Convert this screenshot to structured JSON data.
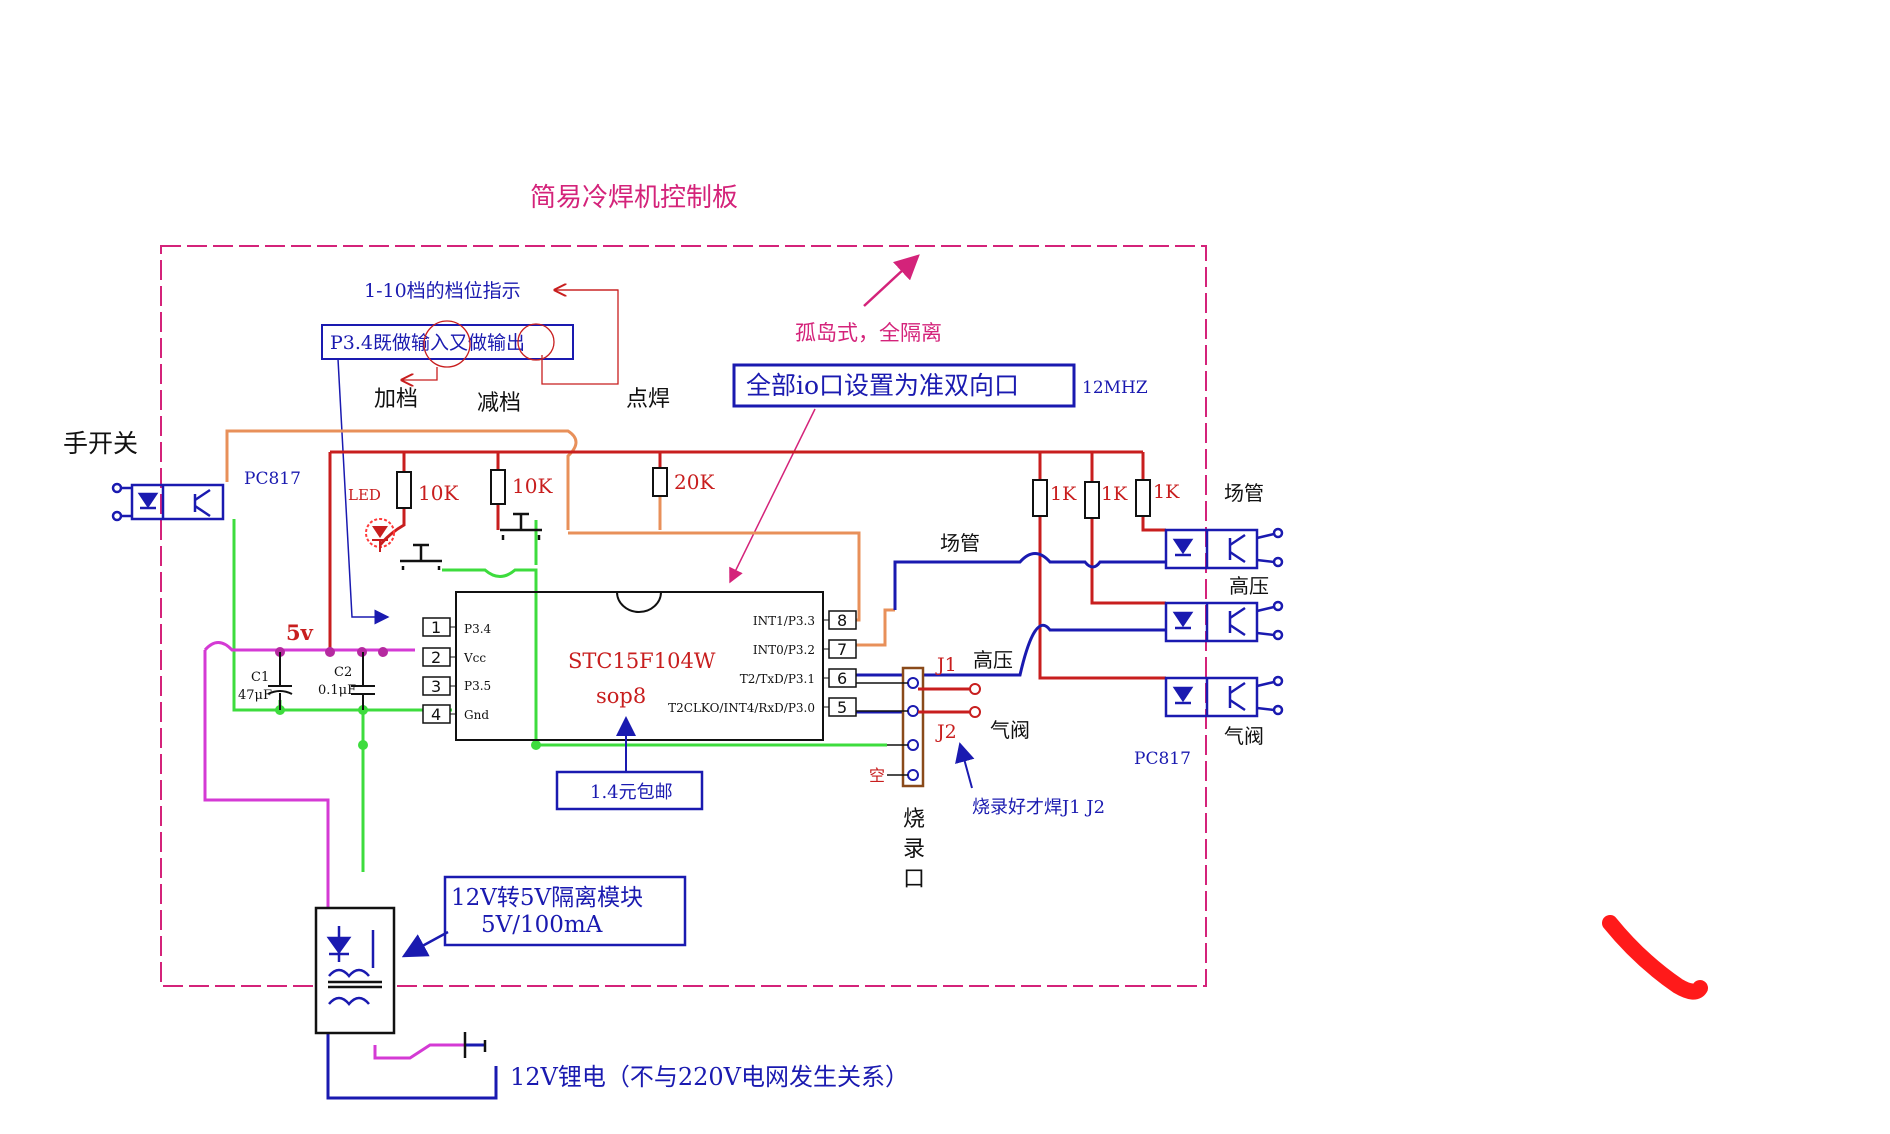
{
  "title": "简易冷焊机控制板",
  "colors": {
    "border": "#d4237a",
    "title": "#d4237a",
    "red_wire": "#c81e1e",
    "orange_wire": "#e8905a",
    "green_wire": "#3ddc3d",
    "blue_wire": "#1a1ab0",
    "magenta_wire": "#d43ad4",
    "component": "#1a1a1a",
    "red_stroke": "#ff1a1a"
  },
  "labels": {
    "gear_indicator": "1-10档的档位指示",
    "p34_note": "P3.4既做输入又做输出",
    "gear_up": "加档",
    "gear_down": "减档",
    "spot_weld": "点焊",
    "island": "孤岛式，全隔离",
    "io_note": "全部io口设置为准双向口",
    "freq": "12MHZ",
    "hand_switch": "手开关",
    "pc817_left": "PC817",
    "pc817_right": "PC817",
    "led": "LED",
    "r_10k_1": "10K",
    "r_10k_2": "10K",
    "r_20k": "20K",
    "r_1k_1": "1K",
    "r_1k_2": "1K",
    "r_1k_3": "1K",
    "out_field_tube": "场管",
    "out_high_voltage": "高压",
    "out_gas_valve": "气阀",
    "wire_field_tube": "场管",
    "wire_high_voltage": "高压",
    "wire_gas_valve": "气阀",
    "rail_5v": "5v",
    "c1_name": "C1",
    "c1_value": "47μF",
    "c2_name": "C2",
    "c2_value": "0.1μF",
    "chip_name": "STC15F104W",
    "chip_package": "sop8",
    "price_note": "1.4元包邮",
    "j1": "J1",
    "j2": "J2",
    "empty_pin": "空",
    "program_port": "烧录口",
    "burn_note": "烧录好才焊J1 J2",
    "module_line1": "12V转5V隔离模块",
    "module_line2": "5V/100mA",
    "battery_note": "12V锂电（不与220V电网发生关系）"
  },
  "chip": {
    "left_pins": [
      {
        "num": "1",
        "name": "P3.4"
      },
      {
        "num": "2",
        "name": "Vcc"
      },
      {
        "num": "3",
        "name": "P3.5"
      },
      {
        "num": "4",
        "name": "Gnd"
      }
    ],
    "right_pins": [
      {
        "num": "8",
        "name": "INT1/P3.3"
      },
      {
        "num": "7",
        "name": "INT0/P3.2"
      },
      {
        "num": "6",
        "name": "T2/TxD/P3.1"
      },
      {
        "num": "5",
        "name": "T2CLKO/INT4/RxD/P3.0"
      }
    ]
  }
}
